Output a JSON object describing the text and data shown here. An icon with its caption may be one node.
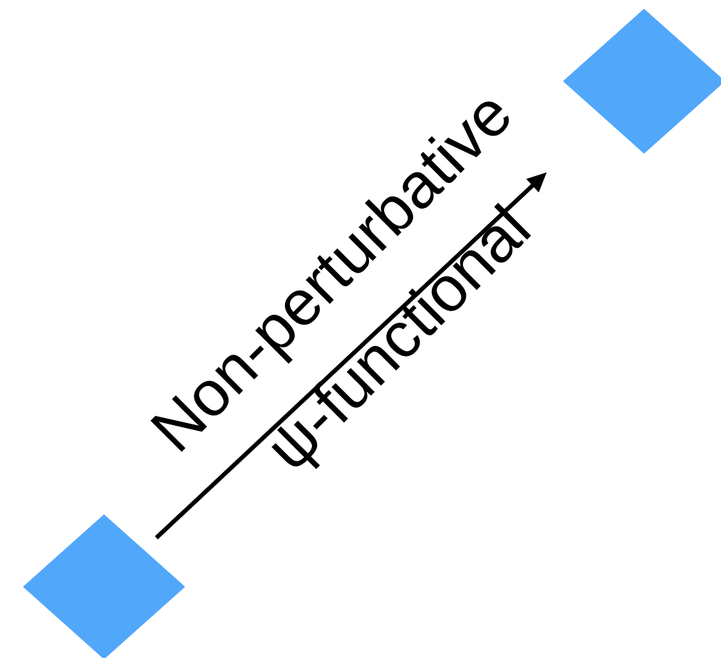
{
  "diagram": {
    "nodes": [
      {
        "text": [],
        "shape": "diamond"
      },
      {
        "text": [],
        "shape": "diamond"
      }
    ],
    "edges": [
      {
        "from": 0,
        "to": 1,
        "arrow": "to",
        "label": "Non-perturbative ψ-functional"
      }
    ]
  }
}
